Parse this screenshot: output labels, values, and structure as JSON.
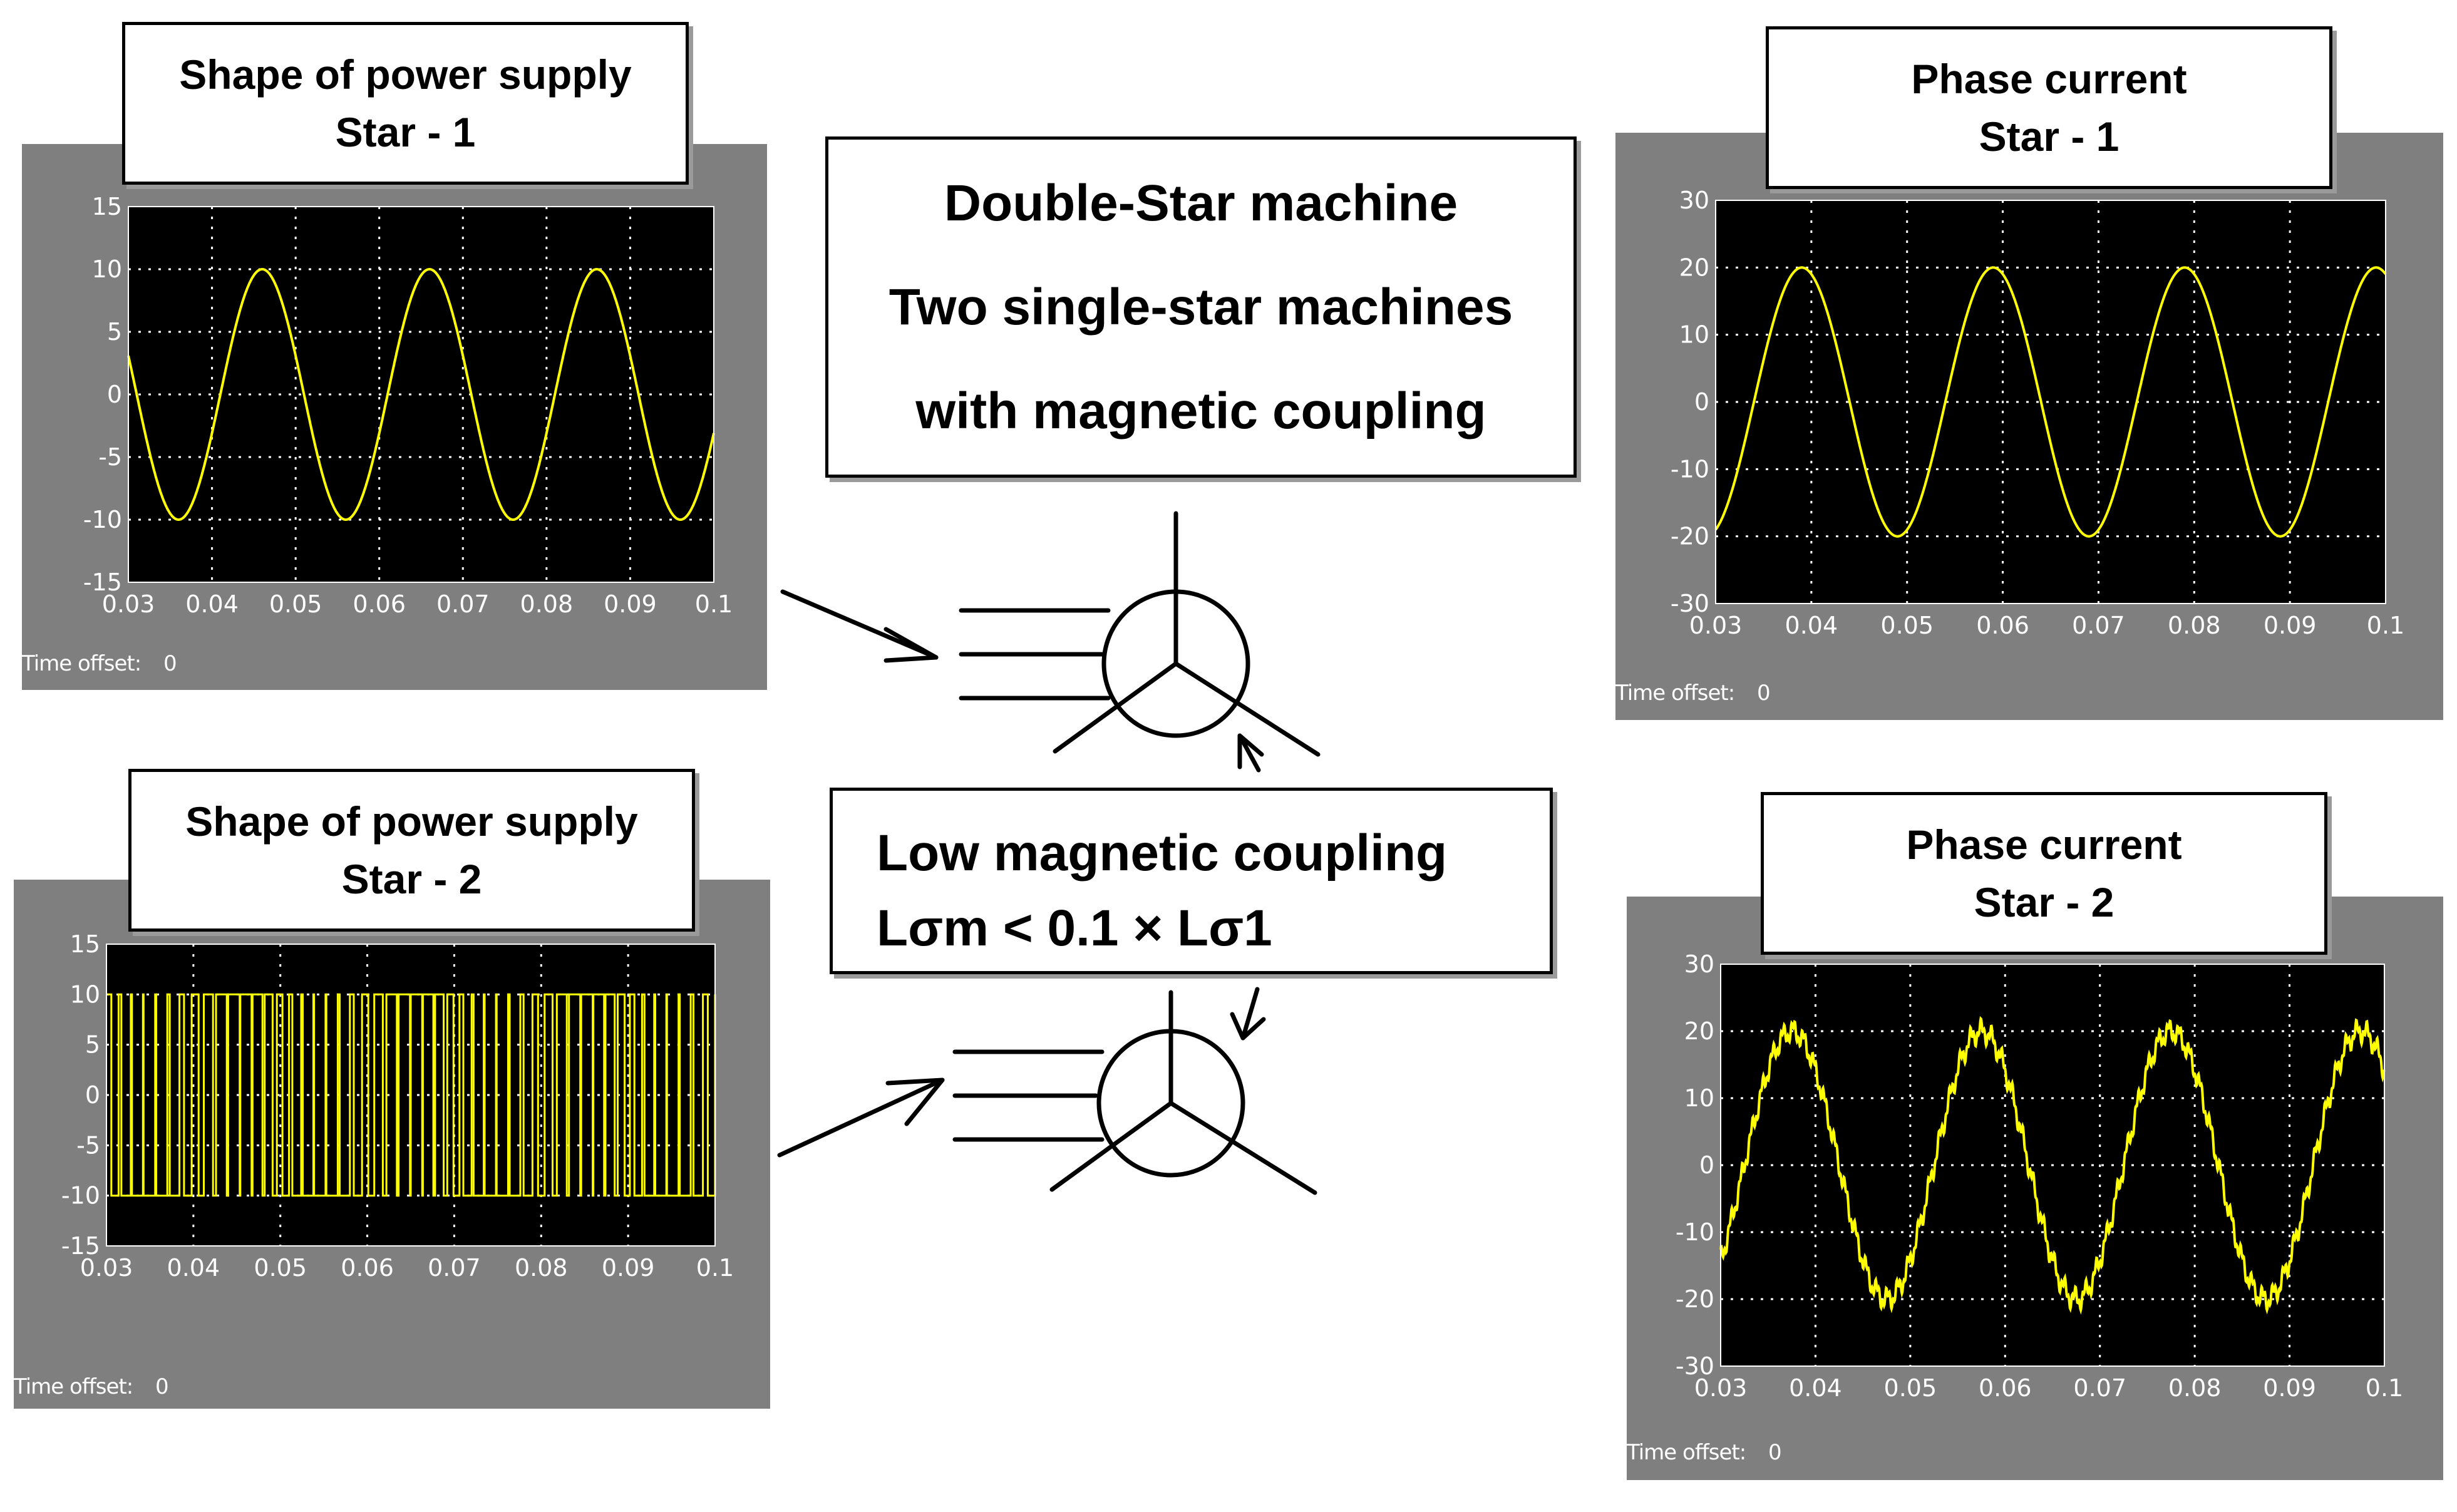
{
  "center": {
    "lines": [
      "Double-Star machine",
      "Two single-star machines",
      "with magnetic coupling"
    ]
  },
  "coupling": {
    "line1": "Low magnetic coupling",
    "line2": "Lσm < 0.1 × Lσ1"
  },
  "colors": {
    "trace": "#ffff00",
    "panel": "#7f7f7f",
    "plot_bg": "#000000",
    "grid": "#ffffff"
  },
  "chart_data": [
    {
      "type": "line",
      "title": "Shape of power supply",
      "subtitle": "Star - 1",
      "time_offset_label": "Time offset:",
      "time_offset_value": "0",
      "xlim": [
        0.03,
        0.1
      ],
      "ylim": [
        -15,
        15
      ],
      "xticks": [
        "0.03",
        "0.04",
        "0.05",
        "0.06",
        "0.07",
        "0.08",
        "0.09",
        "0.1"
      ],
      "yticks": [
        "15",
        "10",
        "5",
        "0",
        "-5",
        "-10",
        "-15"
      ],
      "ytick_values": [
        15,
        10,
        5,
        0,
        -5,
        -10,
        -15
      ],
      "grid": true,
      "series": [
        {
          "kind": "sine",
          "amplitude": 10,
          "period": 0.02,
          "peak_at": 0.046
        }
      ]
    },
    {
      "type": "line",
      "title": "Shape of power supply",
      "subtitle": "Star - 2",
      "time_offset_label": "Time offset:",
      "time_offset_value": "0",
      "xlim": [
        0.03,
        0.1
      ],
      "ylim": [
        -15,
        15
      ],
      "xticks": [
        "0.03",
        "0.04",
        "0.05",
        "0.06",
        "0.07",
        "0.08",
        "0.09",
        "0.1"
      ],
      "yticks": [
        "15",
        "10",
        "5",
        "0",
        "-5",
        "-10",
        "-15"
      ],
      "ytick_values": [
        15,
        10,
        5,
        0,
        -5,
        -10,
        -15
      ],
      "grid": true,
      "series": [
        {
          "kind": "pwm",
          "high": 10,
          "low": -10,
          "carrier_period": 0.0014,
          "modulation_period": 0.02
        }
      ]
    },
    {
      "type": "line",
      "title": "Phase current",
      "subtitle": "Star - 1",
      "time_offset_label": "Time offset:",
      "time_offset_value": "0",
      "xlim": [
        0.03,
        0.1
      ],
      "ylim": [
        -30,
        30
      ],
      "xticks": [
        "0.03",
        "0.04",
        "0.05",
        "0.06",
        "0.07",
        "0.08",
        "0.09",
        "0.1"
      ],
      "yticks": [
        "30",
        "20",
        "10",
        "0",
        "-10",
        "-20",
        "-30"
      ],
      "ytick_values": [
        30,
        20,
        10,
        0,
        -10,
        -20,
        -30
      ],
      "grid": true,
      "series": [
        {
          "kind": "sine",
          "amplitude": 20,
          "period": 0.02,
          "peak_at": 0.039
        }
      ]
    },
    {
      "type": "line",
      "title": "Phase current",
      "subtitle": "Star - 2",
      "time_offset_label": "Time offset:",
      "time_offset_value": "0",
      "xlim": [
        0.03,
        0.1
      ],
      "ylim": [
        -30,
        30
      ],
      "xticks": [
        "0.03",
        "0.04",
        "0.05",
        "0.06",
        "0.07",
        "0.08",
        "0.09",
        "0.1"
      ],
      "yticks": [
        "30",
        "20",
        "10",
        "0",
        "-10",
        "-20",
        "-30"
      ],
      "ytick_values": [
        30,
        20,
        10,
        0,
        -10,
        -20,
        -30
      ],
      "grid": true,
      "series": [
        {
          "kind": "sine",
          "amplitude": 20,
          "period": 0.02,
          "peak_at": 0.0375,
          "ripple": 1.2
        }
      ]
    }
  ]
}
